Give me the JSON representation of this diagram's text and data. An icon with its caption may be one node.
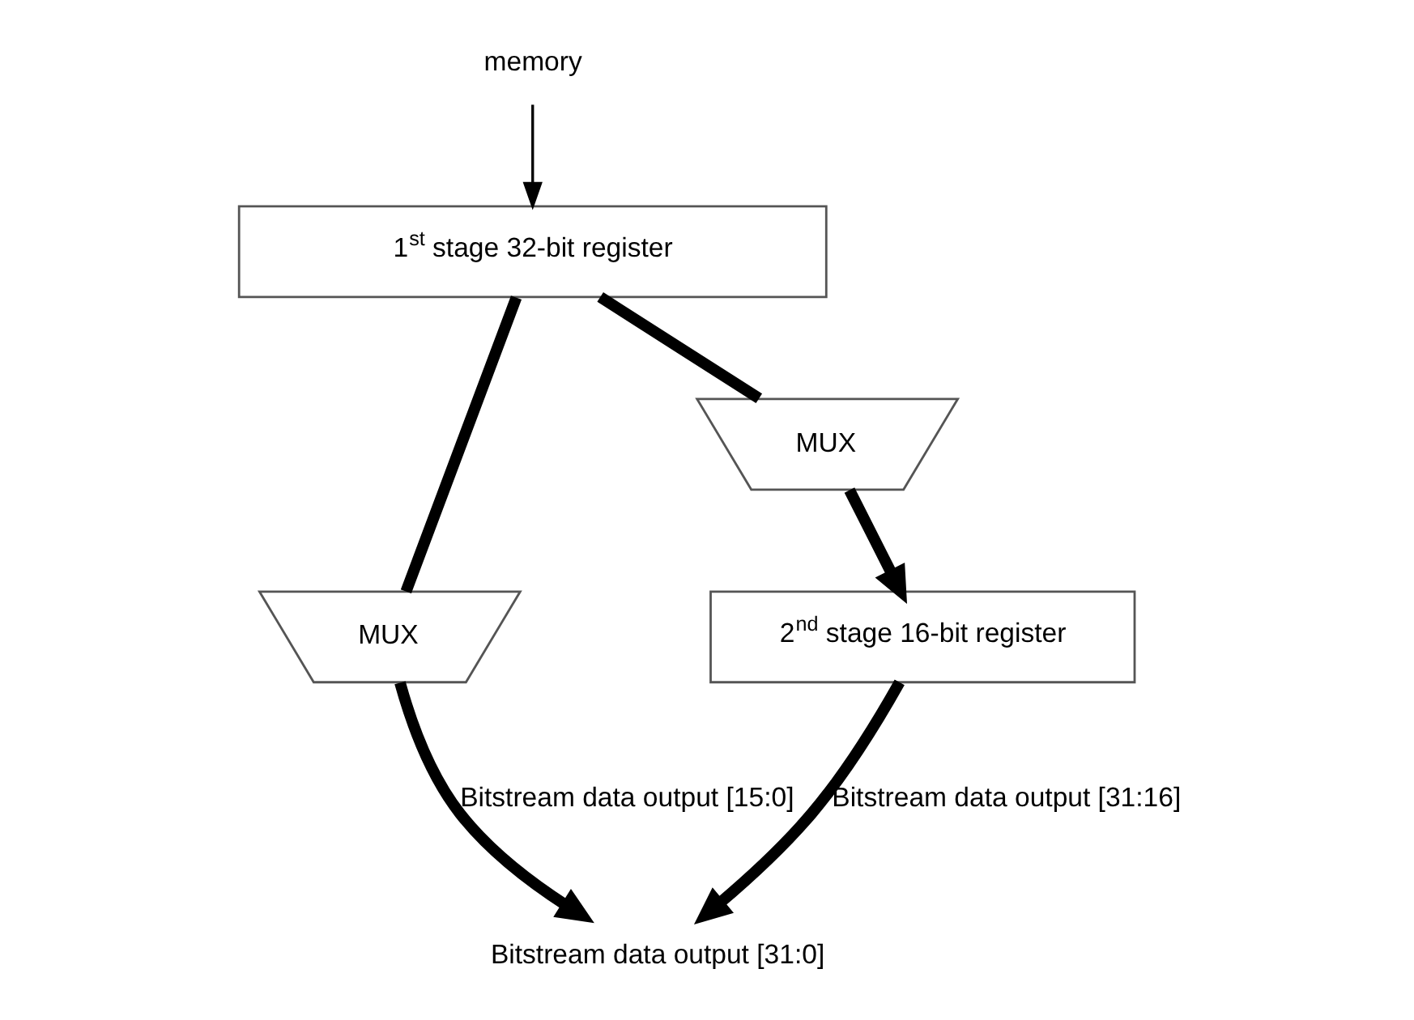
{
  "diagram": {
    "nodes": [
      {
        "text": [
          "memory"
        ]
      },
      {
        "text": [
          "1$^{st}$ stage 32-bit register"
        ]
      },
      {
        "text": [
          "MUX"
        ]
      },
      {
        "text": [
          "MUX"
        ]
      },
      {
        "text": [
          "2$^{nd}$ stage 16-bit register"
        ]
      },
      {
        "text": [
          "Bitstream data output [31:0]"
        ]
      }
    ],
    "edges": [
      {
        "from": 0,
        "to": 1,
        "arrow": "to"
      },
      {
        "from": 1,
        "to": 3,
        "arrow": "none"
      },
      {
        "from": 1,
        "to": 2,
        "arrow": "none"
      },
      {
        "from": 2,
        "to": 4,
        "arrow": "to"
      },
      {
        "from": 3,
        "to": 5,
        "arrow": "to",
        "label": "Bitstream data output [15:0]"
      },
      {
        "from": 4,
        "to": 5,
        "arrow": "to",
        "label": "Bitstream data output [31:16]"
      }
    ]
  }
}
